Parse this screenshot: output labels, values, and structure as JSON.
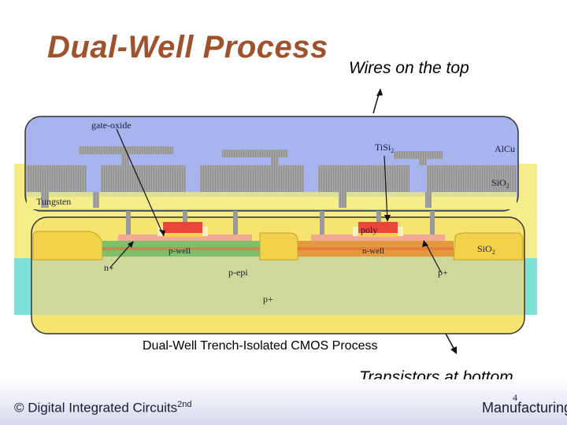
{
  "slide": {
    "title": "Dual-Well Process",
    "annotation_top": "Wires on the top",
    "annotation_bottom": "Transistors at bottom",
    "caption": "Dual-Well Trench-Isolated CMOS Process",
    "footer_left": "© Digital Integrated Circuits",
    "footer_left_sup": "2nd",
    "footer_right": "Manufacturing",
    "page_number": "4"
  },
  "diagram": {
    "labels": {
      "gate_oxide": "gate-oxide",
      "tisi2": "TiSi",
      "tisi2_sub": "2",
      "alcu": "AlCu",
      "sio2_upper": "SiO",
      "sio2_upper_sub": "2",
      "tungsten": "Tungsten",
      "poly": "poly",
      "pwell": "p-well",
      "nwell": "n-well",
      "sio2_lower": "SiO",
      "sio2_lower_sub": "2",
      "nplus": "n+",
      "pepi": "p-epi",
      "pplus_right": "p+",
      "pplus_bottom": "p+"
    },
    "colors": {
      "interconnect_box": "#a8b4ee",
      "metal": "#9a9a9a",
      "dielectric": "#f5ec8a",
      "substrate": "#cfd89a",
      "trench": "#f2d24a",
      "pwell": "#7fbf6a",
      "nwell": "#e39a3c",
      "gate_poly": "#e8463a",
      "substrate_box": "#f7e470",
      "side_cyan": "#7fe0d8"
    }
  }
}
